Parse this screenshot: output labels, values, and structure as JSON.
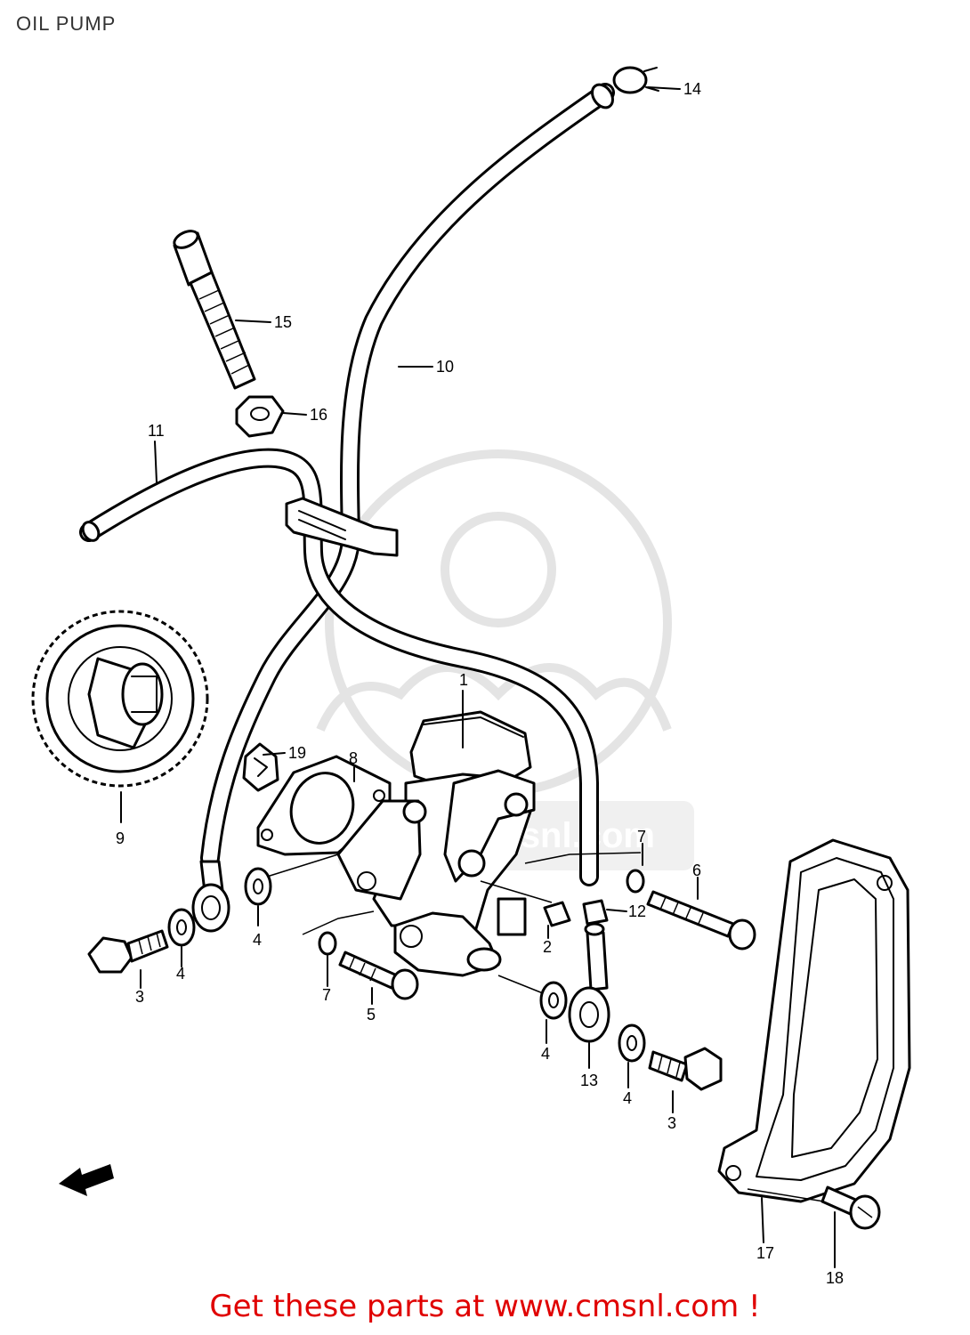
{
  "title": "OIL PUMP",
  "footer": "Get these parts at www.cmsnl.com !",
  "watermark": "www.cmsnl.com",
  "callouts": {
    "c1": "1",
    "c2": "2",
    "c3a": "3",
    "c3b": "3",
    "c4a": "4",
    "c4b": "4",
    "c4c": "4",
    "c4d": "4",
    "c5": "5",
    "c6": "6",
    "c7a": "7",
    "c7b": "7",
    "c8": "8",
    "c9": "9",
    "c10": "10",
    "c11": "11",
    "c12": "12",
    "c13": "13",
    "c14": "14",
    "c15": "15",
    "c16": "16",
    "c17": "17",
    "c18": "18",
    "c19": "19"
  },
  "colors": {
    "footer_text": "#e00000",
    "title_text": "#333333",
    "watermark": "#e4e4e4"
  }
}
